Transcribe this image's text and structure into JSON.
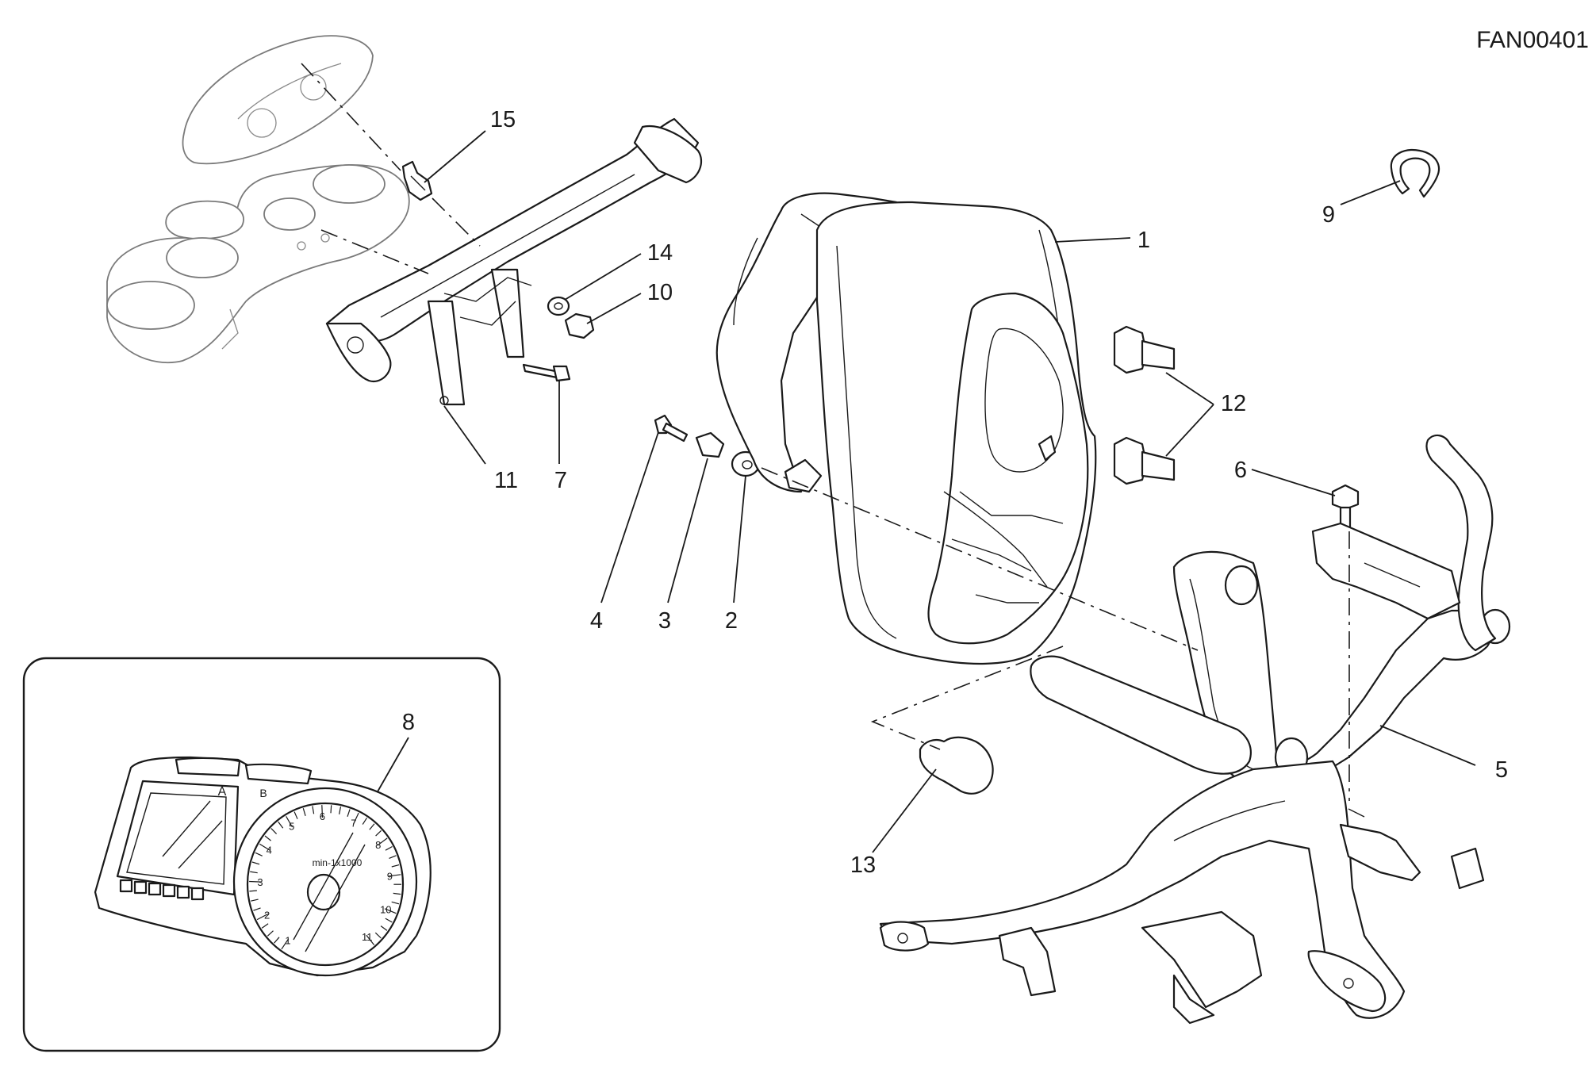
{
  "drawing_code": "FAN00401",
  "callouts": {
    "c1": "1",
    "c2": "2",
    "c3": "3",
    "c4": "4",
    "c5": "5",
    "c6": "6",
    "c7": "7",
    "c8": "8",
    "c9": "9",
    "c10": "10",
    "c11": "11",
    "c12": "12",
    "c13": "13",
    "c14": "14",
    "c15": "15"
  },
  "dashboard": {
    "key_a": "A",
    "key_b": "B",
    "tach_unit": "min-1x1000",
    "tach_scale": [
      "1",
      "2",
      "3",
      "4",
      "5",
      "6",
      "7",
      "8",
      "9",
      "10",
      "11"
    ]
  }
}
